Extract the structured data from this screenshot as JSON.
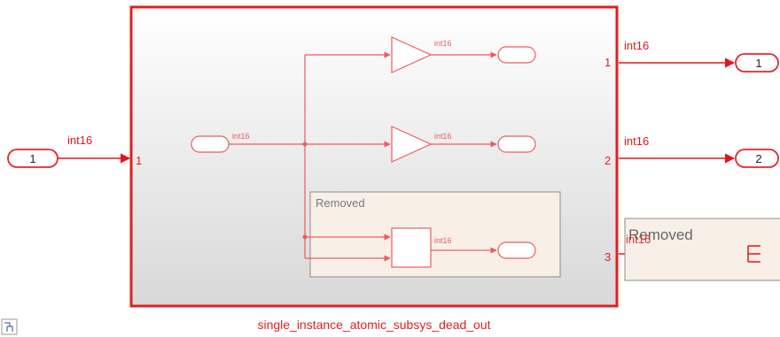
{
  "subsystem": {
    "name": "single_instance_atomic_subsys_dead_out",
    "input_port_number": "1",
    "output_port_numbers": [
      "1",
      "2",
      "3"
    ]
  },
  "inner": {
    "signal_label": "int16",
    "removed_area_label": "Removed"
  },
  "outer": {
    "inport_label": "1",
    "outport_labels": [
      "1",
      "2"
    ],
    "signal_label": "int16",
    "removed_area_label": "Removed"
  },
  "colors": {
    "signal_red": "#e8131a",
    "port_red": "#e4272d",
    "removed_fill": "#f8f0e6",
    "removed_border": "#8c8c8c"
  }
}
